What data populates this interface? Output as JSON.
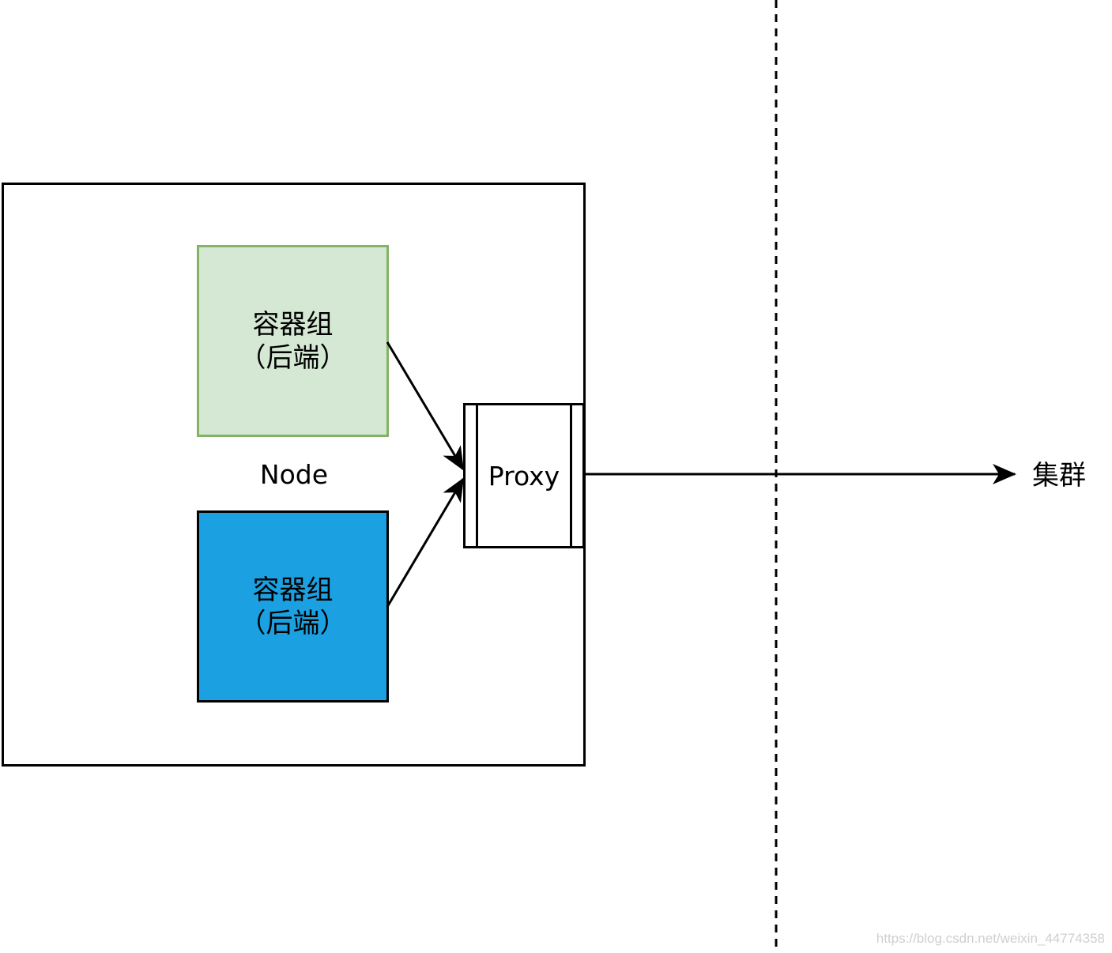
{
  "diagram": {
    "node_label": "Node",
    "pods": [
      {
        "line1": "容器组",
        "line2": "（后端）",
        "fill": "#d5e8d4",
        "stroke": "#82b366"
      },
      {
        "line1": "容器组",
        "line2": "（后端）",
        "fill": "#1ba1e2",
        "stroke": "#000000"
      }
    ],
    "proxy_label": "Proxy",
    "cluster_label": "集群",
    "watermark": "https://blog.csdn.net/weixin_44774358"
  }
}
